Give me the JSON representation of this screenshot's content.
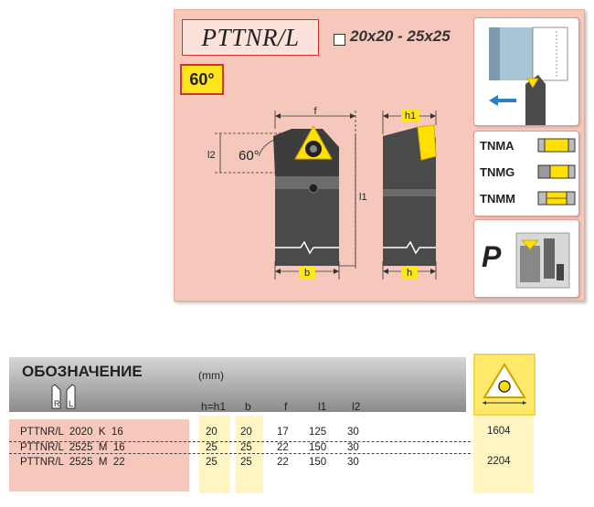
{
  "header": {
    "model": "PTTNR/L",
    "size_range": "20x20 - 25x25",
    "angle": "60°"
  },
  "drawing": {
    "dim_f": "f",
    "dim_h1": "h1",
    "dim_l2": "l2",
    "dim_l1": "l1",
    "dim_b": "b",
    "dim_h": "h",
    "angle_label": "60°"
  },
  "inserts": [
    "TNMA",
    "TNMG",
    "TNMM"
  ],
  "clamp_label": "P",
  "table": {
    "title": "ОБОЗНАЧЕНИЕ",
    "unit": "(mm)",
    "hand_labels": [
      "R",
      "L"
    ],
    "columns": [
      "h=h1",
      "b",
      "f",
      "l1",
      "l2"
    ],
    "rows": [
      {
        "designation": "PTTNR/L  2020  K  16",
        "h": "20",
        "b": "20",
        "f": "17",
        "l1": "125",
        "l2": "30",
        "insert": "1604"
      },
      {
        "designation": "PTTNR/L  2525  M  16",
        "h": "25",
        "b": "25",
        "f": "22",
        "l1": "150",
        "l2": "30",
        "insert": ""
      },
      {
        "designation": "PTTNR/L  2525  M  22",
        "h": "25",
        "b": "25",
        "f": "22",
        "l1": "150",
        "l2": "30",
        "insert": "2204"
      }
    ]
  },
  "colors": {
    "panel_bg": "#f6c8bb",
    "insert_yellow": "#ffe61a",
    "title_border": "#d6302e"
  }
}
